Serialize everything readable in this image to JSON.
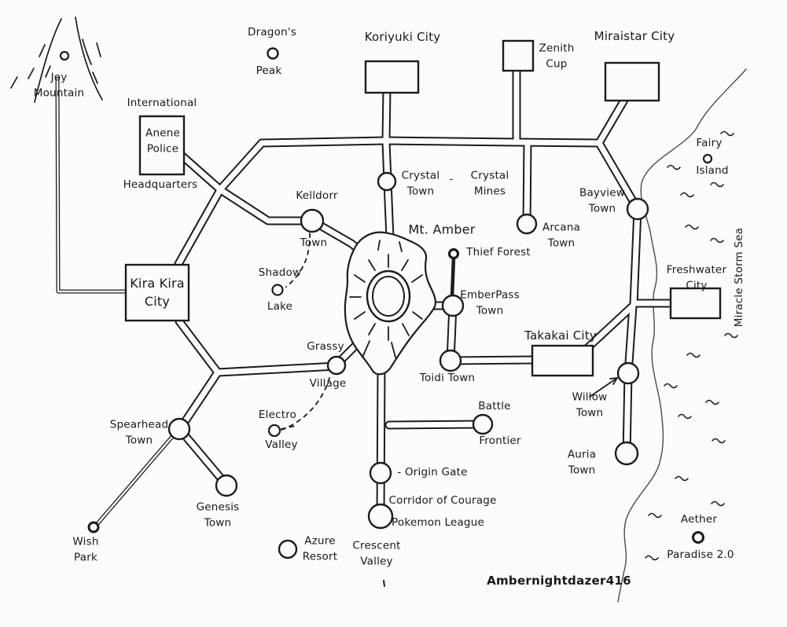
{
  "sea": {
    "name": "Miracle Storm Sea"
  },
  "legend": {
    "azure_resort": "Azure\nResort"
  },
  "signature": "Ambernightdazer416",
  "places": {
    "joy_mountain": "Joy\nMountain",
    "dragons_peak_top": "Dragon's",
    "dragons_peak_bottom": "Peak",
    "koriyuki_city": "Koriyuki City",
    "zenith_cup": "Zenith\nCup",
    "miraistar_city": "Miraistar City",
    "intl_line": "International",
    "anene_police": "Anene\nPolice",
    "headquarters": "Headquarters",
    "fairy": "Fairy",
    "island": "Island",
    "crystal_town": "Crystal\nTown",
    "crystal_dash": "-",
    "crystal_mines": "Crystal\nMines",
    "bayview_town": "Bayview\nTown",
    "kelldorr": "Kelldorr",
    "kelldorr_town_word": "Town",
    "mt_amber": "Mt. Amber",
    "thief_forest": "Thief Forest",
    "arcana_town": "Arcana\nTown",
    "shadow": "Shadow",
    "lake_word": "Lake",
    "kira_kira_city": "Kira Kira\nCity",
    "emberpass_town": "EmberPass\nTown",
    "freshwater_city": "Freshwater\nCity",
    "takakai_city": "Takakai City",
    "grassy": "Grassy",
    "village_word": "Village",
    "toidi_town": "Toidi Town",
    "willow_town": "Willow\nTown",
    "electro": "Electro",
    "valley_word": "Valley",
    "battle": "Battle",
    "frontier": "Frontier",
    "spearhead_town": "Spearhead\nTown",
    "auria_town": "Auria\nTown",
    "origin_gate": "- Origin Gate",
    "corridor_of_courage": "Corridor of Courage",
    "pokemon_league": "Pokemon League",
    "genesis_town": "Genesis\nTown",
    "wish_park": "Wish\nPark",
    "crescent_valley": "Crescent\nValley",
    "aether": "Aether",
    "paradise": "Paradise 2.0"
  }
}
